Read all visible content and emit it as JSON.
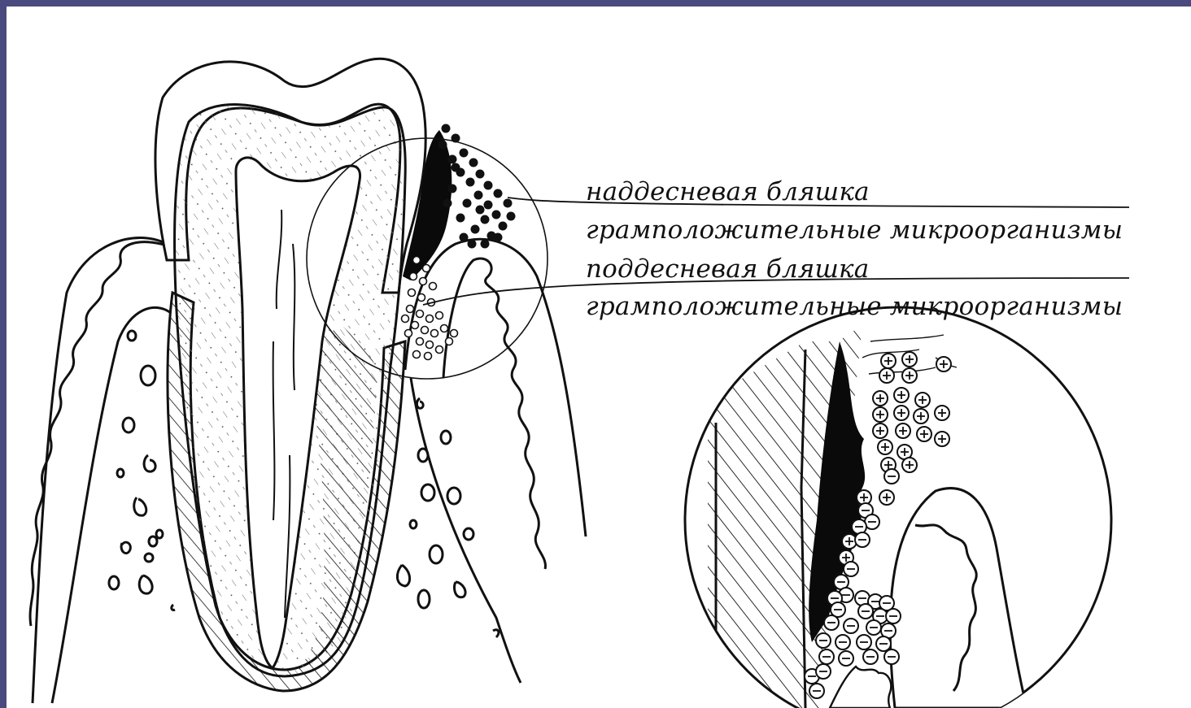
{
  "labels": {
    "supragingival_plaque": "наддесневая бляшка",
    "supragingival_microorganisms": "грамположительные микроорганизмы",
    "subgingival_plaque": "поддесневая бляшка",
    "subgingival_microorganisms": "грамположительные микроорганизмы"
  },
  "colors": {
    "frame": "#4a4a7e",
    "background": "#ffffff",
    "ink": "#111111"
  }
}
